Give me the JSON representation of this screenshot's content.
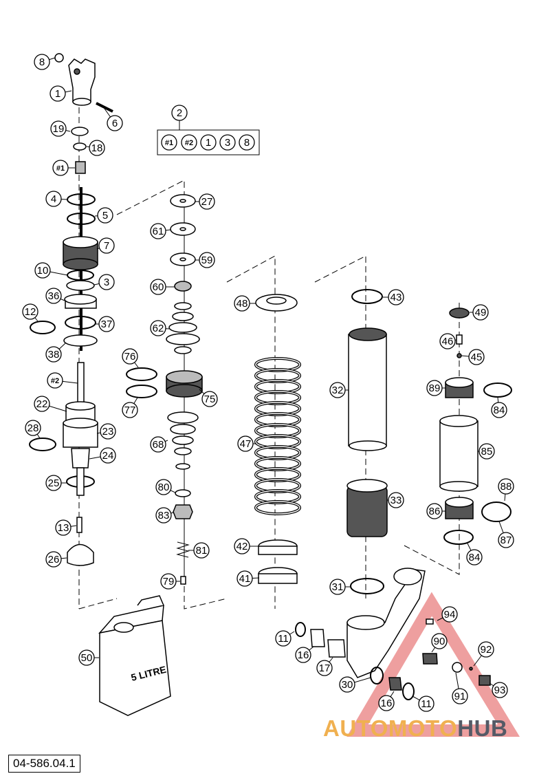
{
  "kit_parts": [
    "#1",
    "#2",
    "1",
    "3",
    "8"
  ],
  "drawing_code": "04-586.04.1",
  "can_label": "5 LITRE",
  "watermark": {
    "part1": "AUTOMOTO",
    "part2": "HUB",
    "color_accent": "#e05050",
    "color_text1": "#f0b050",
    "color_text2": "#555a66"
  },
  "callouts": [
    {
      "id": "c8",
      "text": "8",
      "bold": false
    },
    {
      "id": "c1",
      "text": "1",
      "bold": false
    },
    {
      "id": "c6",
      "text": "6",
      "bold": false
    },
    {
      "id": "c2",
      "text": "2",
      "bold": false
    },
    {
      "id": "c19",
      "text": "19",
      "bold": false
    },
    {
      "id": "c18",
      "text": "18",
      "bold": false
    },
    {
      "id": "c_h1",
      "text": "#1",
      "bold": true
    },
    {
      "id": "c4",
      "text": "4",
      "bold": false
    },
    {
      "id": "c5",
      "text": "5",
      "bold": false
    },
    {
      "id": "c7",
      "text": "7",
      "bold": false
    },
    {
      "id": "c10",
      "text": "10",
      "bold": false
    },
    {
      "id": "c3",
      "text": "3",
      "bold": false
    },
    {
      "id": "c36",
      "text": "36",
      "bold": false
    },
    {
      "id": "c12",
      "text": "12",
      "bold": false
    },
    {
      "id": "c37",
      "text": "37",
      "bold": false
    },
    {
      "id": "c38",
      "text": "38",
      "bold": false
    },
    {
      "id": "c_h2",
      "text": "#2",
      "bold": true
    },
    {
      "id": "c22",
      "text": "22",
      "bold": false
    },
    {
      "id": "c28",
      "text": "28",
      "bold": false
    },
    {
      "id": "c23",
      "text": "23",
      "bold": false
    },
    {
      "id": "c24",
      "text": "24",
      "bold": false
    },
    {
      "id": "c25",
      "text": "25",
      "bold": false
    },
    {
      "id": "c13",
      "text": "13",
      "bold": false
    },
    {
      "id": "c26",
      "text": "26",
      "bold": false
    },
    {
      "id": "c27",
      "text": "27",
      "bold": false
    },
    {
      "id": "c61",
      "text": "61",
      "bold": false
    },
    {
      "id": "c59",
      "text": "59",
      "bold": false
    },
    {
      "id": "c60",
      "text": "60",
      "bold": false
    },
    {
      "id": "c62",
      "text": "62",
      "bold": false
    },
    {
      "id": "c76",
      "text": "76",
      "bold": false
    },
    {
      "id": "c77",
      "text": "77",
      "bold": false
    },
    {
      "id": "c75",
      "text": "75",
      "bold": false
    },
    {
      "id": "c68",
      "text": "68",
      "bold": false
    },
    {
      "id": "c80",
      "text": "80",
      "bold": false
    },
    {
      "id": "c83",
      "text": "83",
      "bold": false
    },
    {
      "id": "c81",
      "text": "81",
      "bold": false
    },
    {
      "id": "c79",
      "text": "79",
      "bold": false
    },
    {
      "id": "c48",
      "text": "48",
      "bold": false
    },
    {
      "id": "c47",
      "text": "47",
      "bold": false
    },
    {
      "id": "c42",
      "text": "42",
      "bold": false
    },
    {
      "id": "c41",
      "text": "41",
      "bold": false
    },
    {
      "id": "c43",
      "text": "43",
      "bold": false
    },
    {
      "id": "c32",
      "text": "32",
      "bold": false
    },
    {
      "id": "c33",
      "text": "33",
      "bold": false
    },
    {
      "id": "c31",
      "text": "31",
      "bold": false
    },
    {
      "id": "c49",
      "text": "49",
      "bold": false
    },
    {
      "id": "c46",
      "text": "46",
      "bold": false
    },
    {
      "id": "c45",
      "text": "45",
      "bold": false
    },
    {
      "id": "c89",
      "text": "89",
      "bold": false
    },
    {
      "id": "c84a",
      "text": "84",
      "bold": false
    },
    {
      "id": "c85",
      "text": "85",
      "bold": false
    },
    {
      "id": "c88",
      "text": "88",
      "bold": false
    },
    {
      "id": "c86",
      "text": "86",
      "bold": false
    },
    {
      "id": "c87",
      "text": "87",
      "bold": false
    },
    {
      "id": "c84b",
      "text": "84",
      "bold": false
    },
    {
      "id": "c50",
      "text": "50",
      "bold": false
    },
    {
      "id": "c11a",
      "text": "11",
      "bold": false
    },
    {
      "id": "c16a",
      "text": "16",
      "bold": false
    },
    {
      "id": "c17",
      "text": "17",
      "bold": false
    },
    {
      "id": "c30",
      "text": "30",
      "bold": false
    },
    {
      "id": "c16b",
      "text": "16",
      "bold": false
    },
    {
      "id": "c11b",
      "text": "11",
      "bold": false
    },
    {
      "id": "c94",
      "text": "94",
      "bold": false
    },
    {
      "id": "c90",
      "text": "90",
      "bold": false
    },
    {
      "id": "c92",
      "text": "92",
      "bold": false
    },
    {
      "id": "c91",
      "text": "91",
      "bold": false
    },
    {
      "id": "c93",
      "text": "93",
      "bold": false
    }
  ]
}
